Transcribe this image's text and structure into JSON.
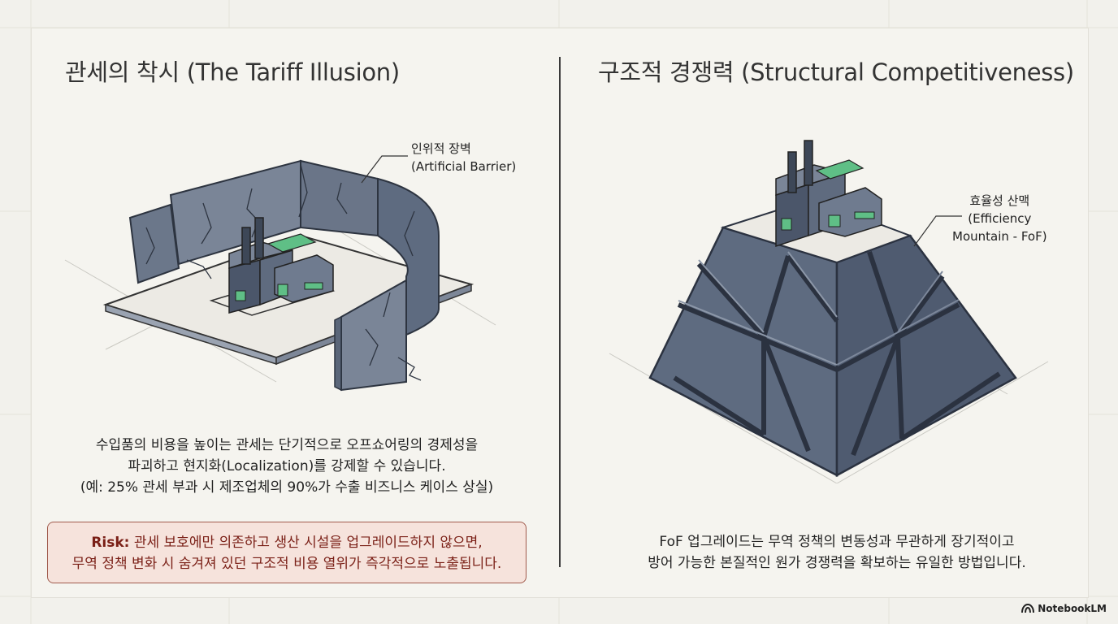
{
  "left": {
    "title": "관세의 착시 (The Tariff Illusion)",
    "callout_line1": "인위적 장벽",
    "callout_line2": "(Artificial Barrier)",
    "body_line1": "수입품의 비용을 높이는 관세는 단기적으로 오프쇼어링의 경제성을",
    "body_line2": "파괴하고 현지화(Localization)를 강제할 수 있습니다.",
    "body_line3": "(예: 25% 관세 부과 시 제조업체의 90%가 수출 비즈니스 케이스 상실)",
    "risk_label": "Risk:",
    "risk_line1": " 관세 보호에만 의존하고 생산 시설을 업그레이드하지 않으면,",
    "risk_line2": "무역 정책 변화 시 숨겨져 있던 구조적 비용 열위가 즉각적으로 노출됩니다."
  },
  "right": {
    "title": "구조적 경쟁력 (Structural Competitiveness)",
    "callout_line1": "효율성 산맥",
    "callout_line2": "(Efficiency",
    "callout_line3": "Mountain - FoF)",
    "body_line1": "FoF 업그레이드는 무역 정책의 변동성과 무관하게 장기적이고",
    "body_line2": "방어 가능한 본질적인 원가 경쟁력을 확보하는 유일한 방법입니다."
  },
  "brand": {
    "name": "NotebookLM",
    "icon": "notebooklm-logo-icon"
  },
  "colors": {
    "background": "#f2f1ec",
    "slate": "#5e6b80",
    "slate_dark": "#3f4a5c",
    "window_green": "#5fbf86",
    "risk_text": "#7a1f16",
    "risk_fill": "#f6e3dc",
    "risk_border": "#a05a4c"
  }
}
